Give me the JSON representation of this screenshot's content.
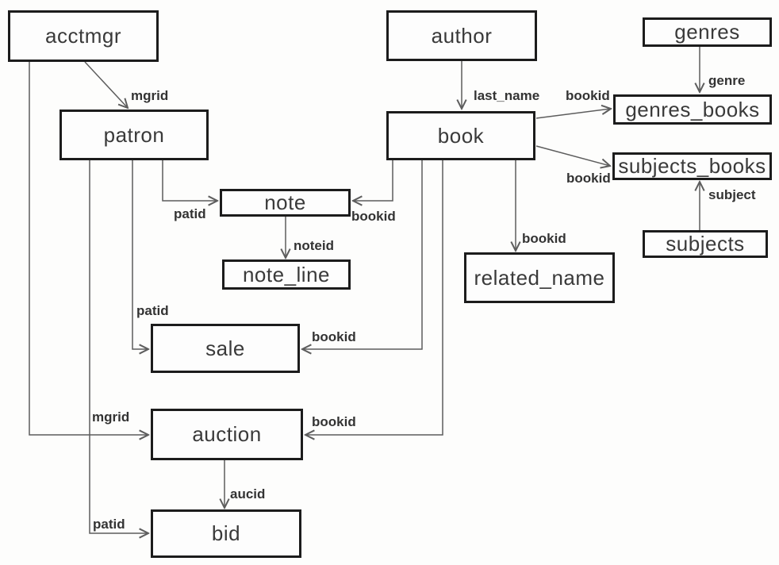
{
  "diagram": {
    "nodes": {
      "acctmgr": "acctmgr",
      "patron": "patron",
      "author": "author",
      "book": "book",
      "genres": "genres",
      "genres_books": "genres_books",
      "subjects_books": "subjects_books",
      "subjects": "subjects",
      "note": "note",
      "note_line": "note_line",
      "related_name": "related_name",
      "sale": "sale",
      "auction": "auction",
      "bid": "bid"
    },
    "edge_labels": {
      "acctmgr_patron": "mgrid",
      "acctmgr_auction": "mgrid",
      "patron_note": "patid",
      "patron_sale": "patid",
      "patron_bid": "patid",
      "author_book": "last_name",
      "genres_genres_books": "genre",
      "book_genres_books": "bookid",
      "book_subjects_books": "bookid",
      "subjects_subjects_books": "subject",
      "book_note": "bookid",
      "note_note_line": "noteid",
      "book_related_name": "bookid",
      "book_sale": "bookid",
      "book_auction": "bookid",
      "auction_bid": "aucid"
    },
    "colors": {
      "box_border": "#1c1c1c",
      "box_fill": "#fdfdfd",
      "line": "#5d5d5d",
      "text": "#3a3a3a",
      "background": "#fdfdfc"
    }
  }
}
